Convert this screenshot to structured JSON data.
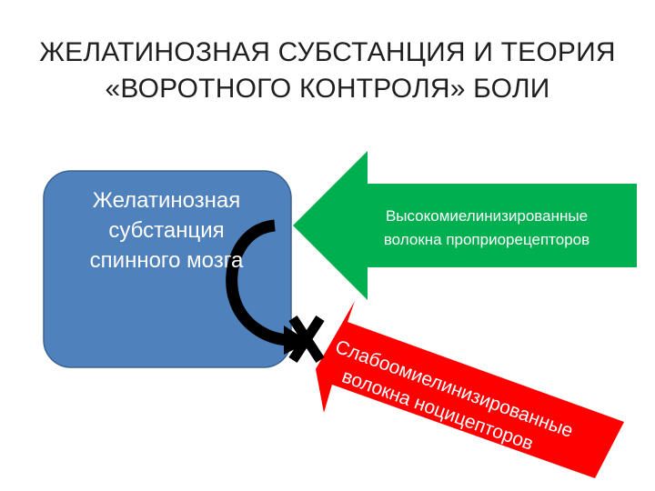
{
  "slide": {
    "title_line1": "ЖЕЛАТИНОЗНАЯ СУБСТАНЦИЯ И ТЕОРИЯ",
    "title_line2": "«ВОРОТНОГО КОНТРОЛЯ» БОЛИ"
  },
  "box": {
    "line1": "Желатинозная",
    "line2": "субстанция",
    "line3": "спинного мозга",
    "color": "#4F81BD"
  },
  "green_arrow": {
    "line1": "Высокомиелинизированные",
    "line2": "волокна проприорецепторов",
    "color": "#00B050"
  },
  "red_arrow": {
    "line1": "Слабоомиелинизированные",
    "line2": "волокна ноцицепторов",
    "color": "#FF0000"
  },
  "inhibition": {
    "arc_icon": "curved-arrow-icon",
    "block_icon": "x-cross-icon"
  }
}
